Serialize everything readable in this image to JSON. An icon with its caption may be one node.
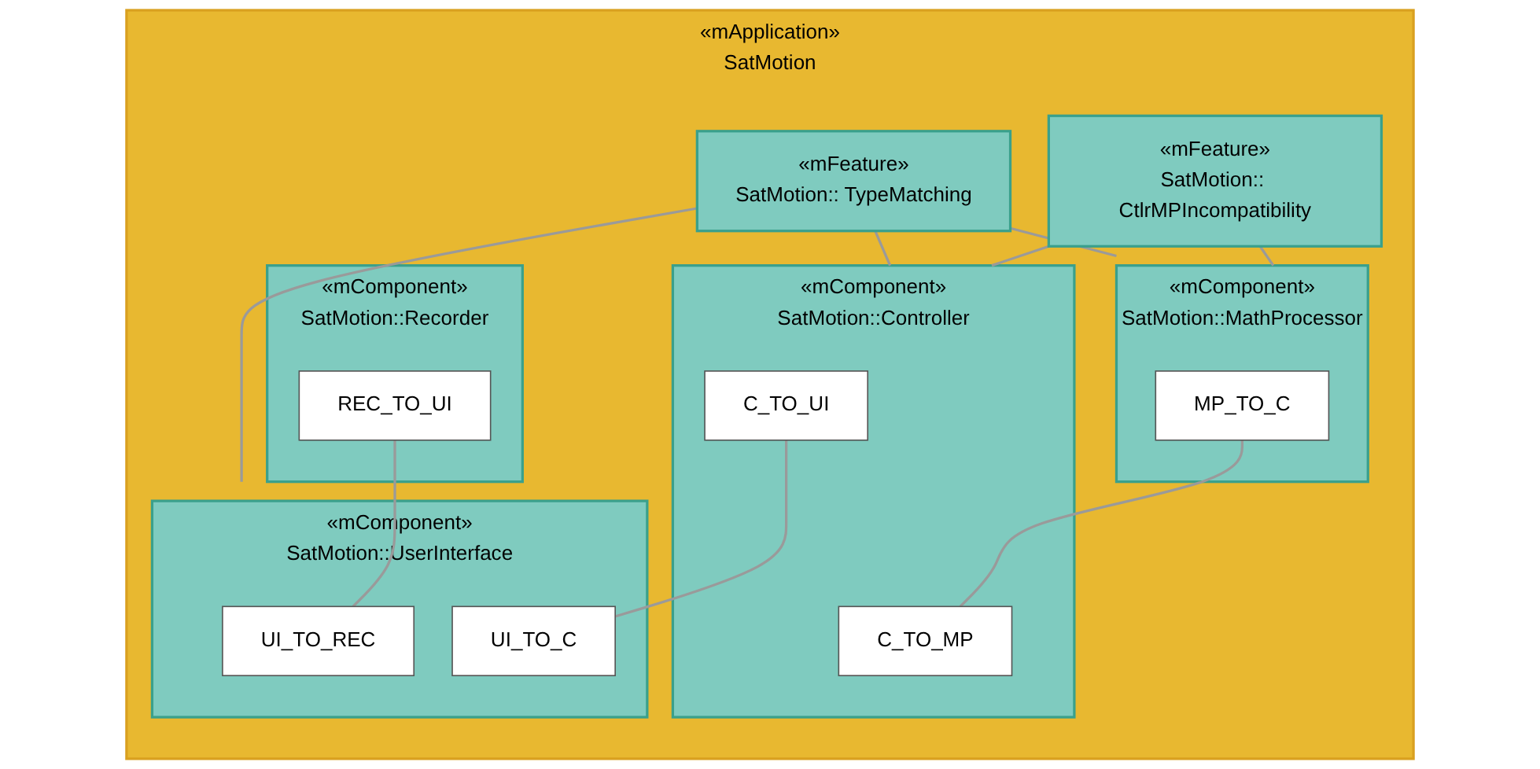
{
  "diagram": {
    "nodes": [
      {
        "text": [
          "«mApplication»",
          "SatMotion"
        ]
      },
      {
        "text": [
          "«mFeature»",
          "SatMotion:: CtlrMPIncompatibility"
        ],
        "in": 0
      },
      {
        "text": [
          "«mFeature»",
          "SatMotion:: TypeMatching"
        ],
        "in": 0
      },
      {
        "text": [
          "«mComponent»",
          "SatMotion::Recorder"
        ],
        "in": 0
      },
      {
        "text": [
          "REC_TO_UI"
        ],
        "in": 3
      },
      {
        "text": [
          "«mComponent»",
          "SatMotion::MathProcessor"
        ],
        "in": 0
      },
      {
        "text": [
          "MP_TO_C"
        ],
        "in": 5
      },
      {
        "text": [
          "«mComponent»",
          "SatMotion::Controller"
        ],
        "in": 0
      },
      {
        "text": [
          "C_TO_MP"
        ],
        "in": 7
      },
      {
        "text": [
          "C_TO_UI"
        ],
        "in": 7
      },
      {
        "text": [
          "«mComponent»",
          "SatMotion::UserInterface"
        ],
        "in": 0
      },
      {
        "text": [
          "UI_TO_REC"
        ],
        "in": 10
      },
      {
        "text": [
          "UI_TO_C"
        ],
        "in": 10
      }
    ],
    "edges": [
      {
        "from": 1,
        "to": 5,
        "arrow": "none"
      },
      {
        "from": 1,
        "to": 7,
        "arrow": "none"
      },
      {
        "from": 2,
        "to": 5,
        "arrow": "none"
      },
      {
        "from": 2,
        "to": 7,
        "arrow": "none"
      },
      {
        "from": 2,
        "to": 10,
        "arrow": "none"
      },
      {
        "from": 4,
        "to": 11,
        "arrow": "none"
      },
      {
        "from": 6,
        "to": 8,
        "arrow": "none"
      },
      {
        "from": 9,
        "to": 12,
        "arrow": "none"
      }
    ]
  }
}
